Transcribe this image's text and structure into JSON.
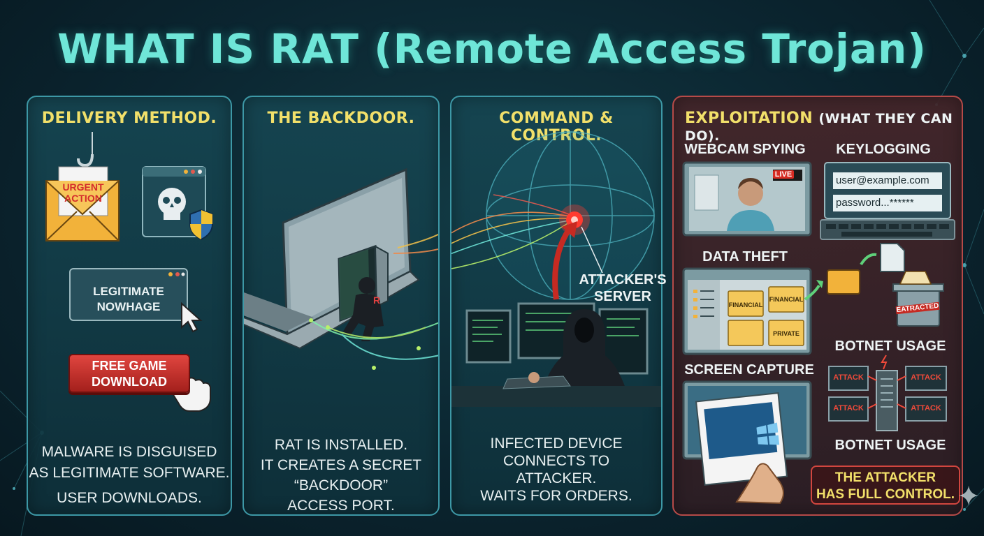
{
  "title": "WHAT IS RAT (Remote Access Trojan)",
  "colors": {
    "accent": "#6fe6d8",
    "heading": "#f2e06a",
    "panel_border": "#3d98a6",
    "danger": "#b64a48"
  },
  "panels": [
    {
      "heading": "DELIVERY METHOD.",
      "envelope_text": [
        "URGENT",
        "ACTION"
      ],
      "button_legit": [
        "LEGITIMATE",
        "NOWHAGE"
      ],
      "button_free": [
        "FREE GAME",
        "DOWNLOAD"
      ],
      "description": [
        "MALWARE IS DISGUISED",
        "AS LEGITIMATE SOFTWARE.",
        "USER DOWNLOADS."
      ]
    },
    {
      "heading": "THE BACKDOOR.",
      "intruder_badge": "R",
      "description": [
        "RAT IS INSTALLED.",
        "IT CREATES A SECRET",
        "“BACKDOOR”",
        "ACCESS PORT."
      ]
    },
    {
      "heading": "COMMAND & CONTROL.",
      "server_label": [
        "ATTACKER'S",
        "SERVER"
      ],
      "description": [
        "INFECTED DEVICE",
        "CONNECTS TO",
        "ATTACKER.",
        "WAITS FOR ORDERS."
      ]
    },
    {
      "heading": "EXPLOITATION",
      "heading_sub": "(WHAT THEY CAN DO).",
      "webcam_label": "WEBCAM SPYING",
      "live_badge": "LIVE",
      "keylog_label": "KEYLOGGING",
      "keylog_fields": [
        "user@example.com",
        "password...******"
      ],
      "data_theft_label": "DATA THEFT",
      "folders": [
        "FINANCIAL",
        "FINANCIAL",
        "",
        "PRIVATE"
      ],
      "extracted_label": "EATRACTED",
      "botnet_label_top": "BOTNET USAGE",
      "botnet_label_bottom": "BOTNET USAGE",
      "attack_labels": [
        "ATTACK",
        "ATTACK",
        "ATTACK",
        "ATTACK"
      ],
      "screen_capture_label": "SCREEN CAPTURE",
      "control_note": [
        "THE ATTACKER",
        "HAS FULL CONTROL."
      ]
    }
  ]
}
